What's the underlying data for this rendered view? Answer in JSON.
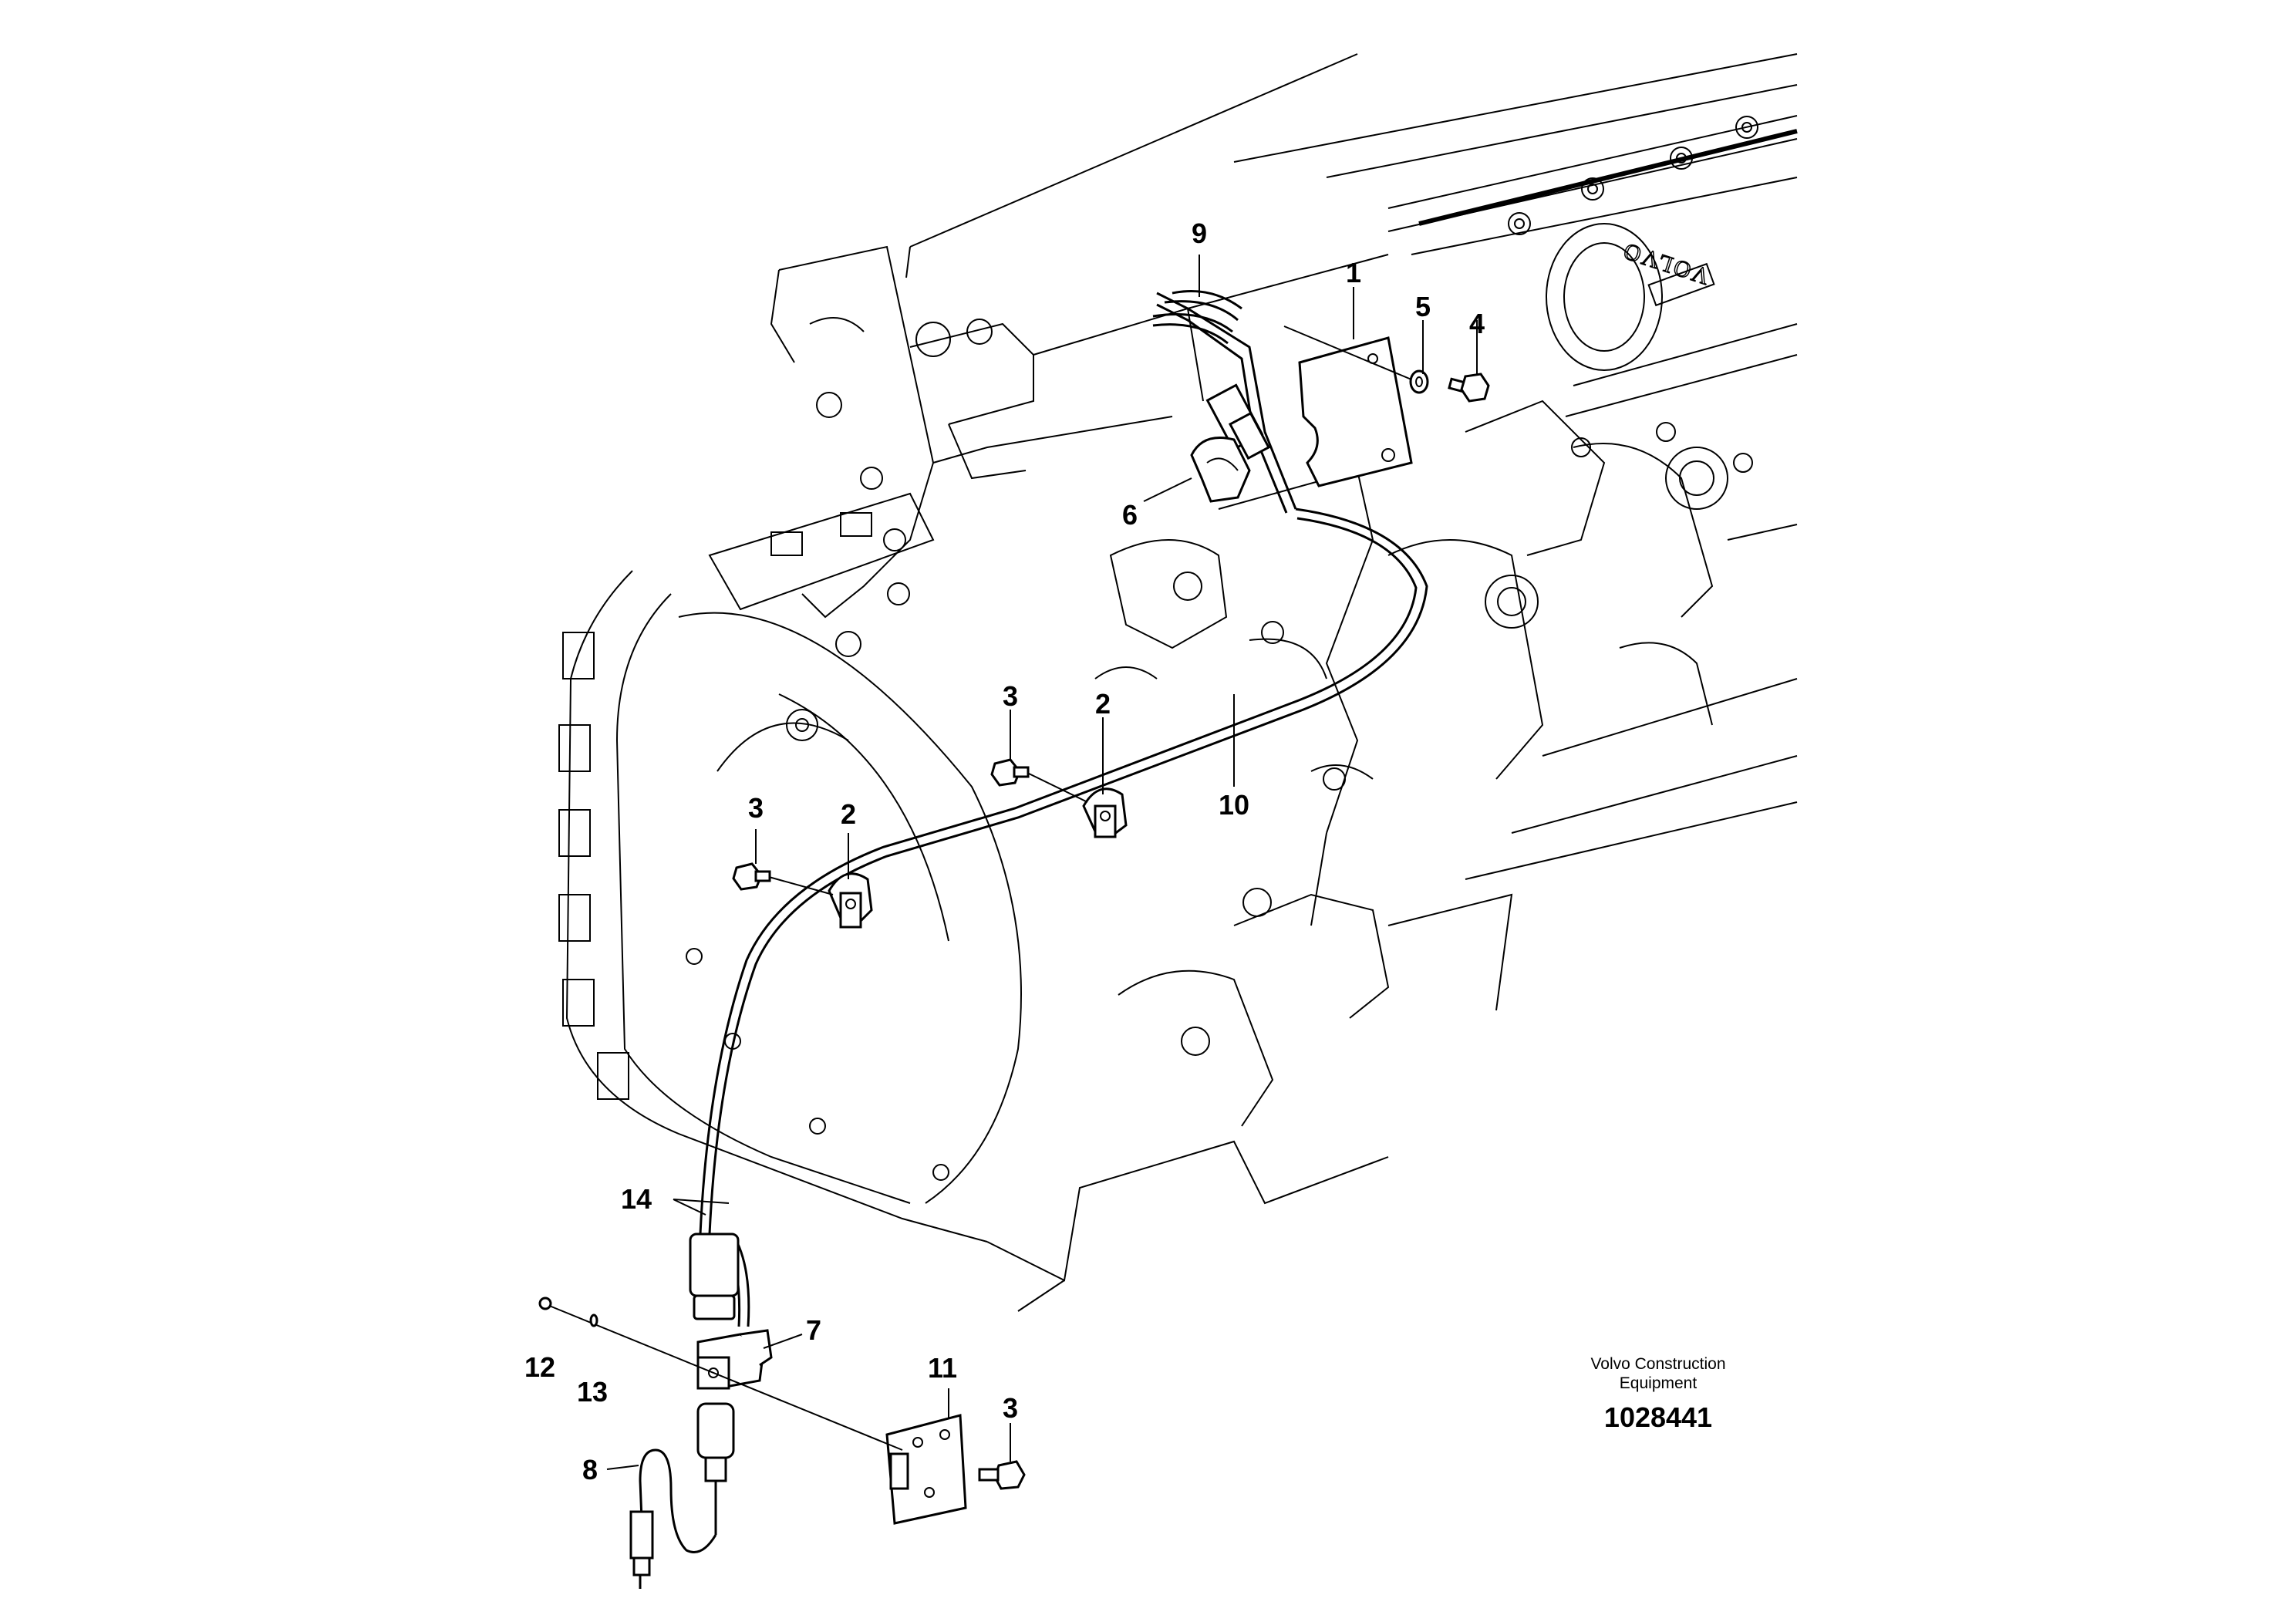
{
  "callouts": [
    "1",
    "2",
    "3",
    "4",
    "5",
    "6",
    "7",
    "8",
    "9",
    "10",
    "11",
    "12",
    "13",
    "14"
  ],
  "caption": {
    "company_line1": "Volvo Construction",
    "company_line2": "Equipment",
    "figure_number": "1028441"
  },
  "brand_mark": "VOLVO"
}
